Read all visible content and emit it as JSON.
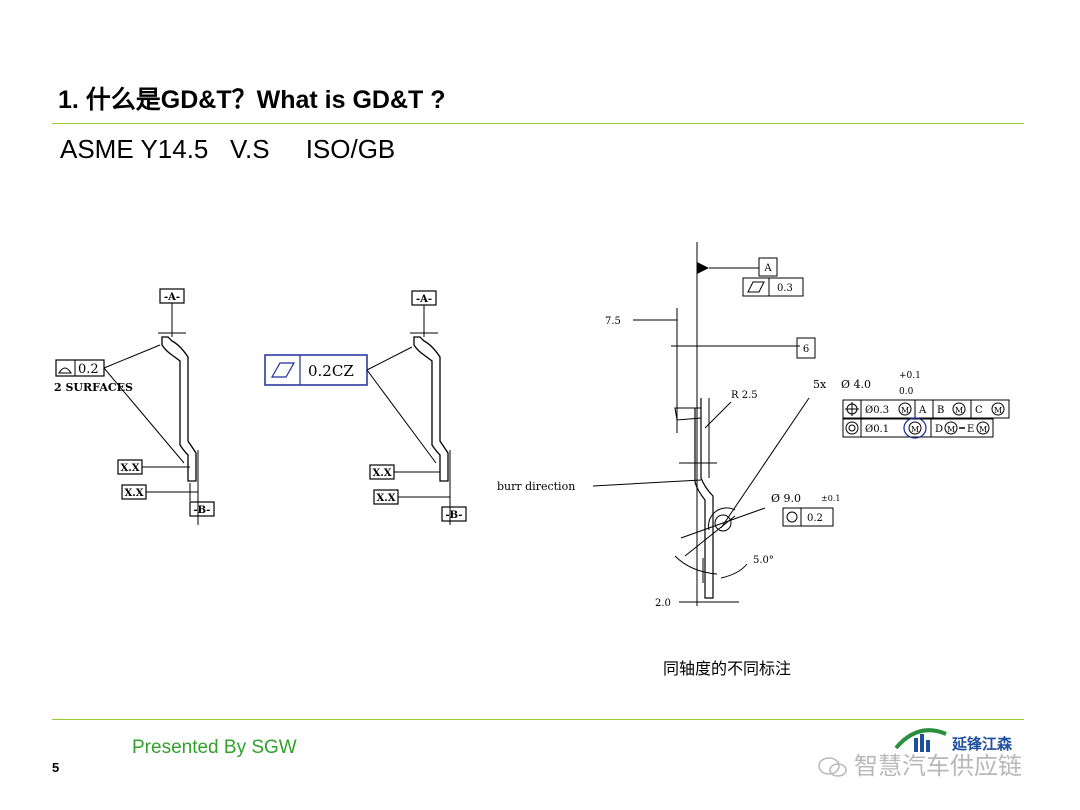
{
  "slide": {
    "title": "1. 什么是GD&T？What is GD&T ?",
    "subtitle": "ASME Y14.5   V.S     ISO/GB",
    "caption": "同轴度的不同标注",
    "footer": "Presented By SGW",
    "page_number": "5",
    "logo_text": "延锋江森",
    "watermark": "智慧汽车供应链"
  },
  "fig1": {
    "datum_a": "-A-",
    "datum_b": "-B-",
    "tolerance": "0.2",
    "note": "2 SURFACES",
    "dim1": "X.X",
    "dim2": "X.X"
  },
  "fig2": {
    "datum_a": "-A-",
    "datum_b": "-B-",
    "tolerance": "0.2CZ",
    "dim1": "X.X",
    "dim2": "X.X"
  },
  "fig3": {
    "datum_a": "A",
    "flatness_tol": "0.3",
    "dim_7_5": "7.5",
    "box_6": "6",
    "radius": "R 2.5",
    "hole_count": "5x",
    "hole_dia": "Ø 4.0",
    "tol_plus": "+0.1",
    "tol_minus": "0.0",
    "pos_tol": "Ø0.3",
    "pos_datum_a": "A",
    "pos_datum_b": "B",
    "pos_datum_c": "C",
    "conc_tol": "Ø0.1",
    "conc_datum": "D",
    "conc_datum_e": "E",
    "burr": "burr direction",
    "boss_dia": "Ø 9.0",
    "boss_tol": "±0.1",
    "circ_tol": "0.2",
    "angle": "5.0°",
    "thickness": "2.0"
  },
  "colors": {
    "rule": "#9acd32",
    "footer": "#33a02c",
    "box_blue": "#1f2e9c"
  }
}
